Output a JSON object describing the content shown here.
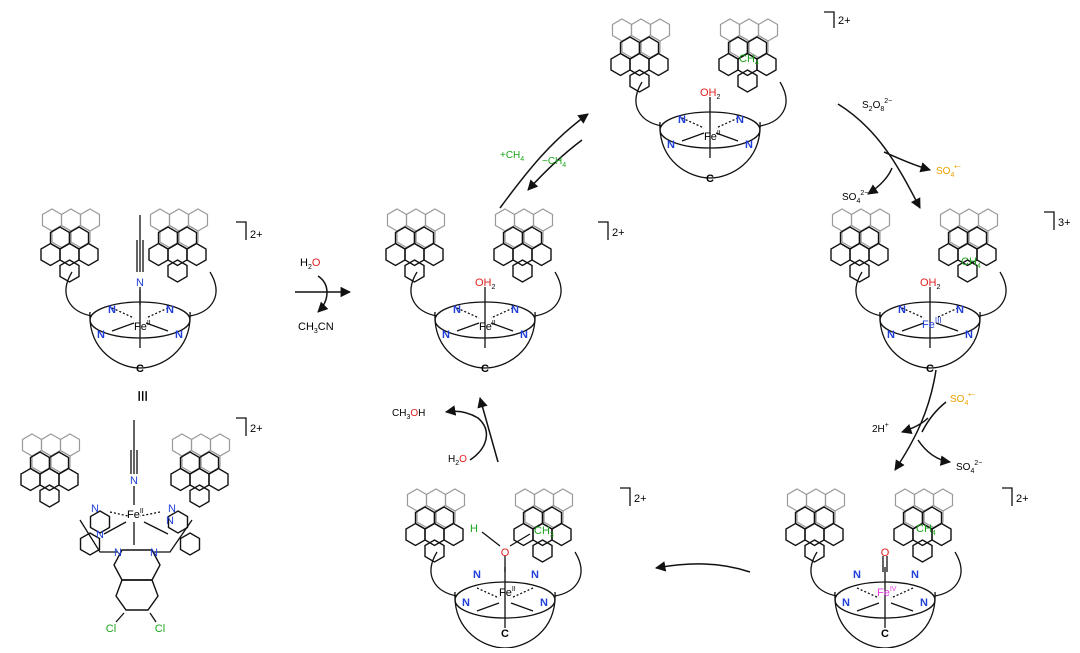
{
  "colors": {
    "nitrogen": "#1f3fd8",
    "oxygen": "#e02020",
    "green": "#1aa51a",
    "orange": "#f0a000",
    "iron_iv": "#e040e0",
    "black": "#111111",
    "ghost": "#9a9a9a"
  },
  "labels": {
    "N": "N",
    "C": "C",
    "O": "O",
    "H": "H",
    "Cl": "Cl",
    "fe2": "Fe",
    "fe2_sup": "II",
    "fe3_sup": "III",
    "fe4_sup": "IV",
    "oh2_o": "OH",
    "oh2_sub": "2",
    "ch4": "CH",
    "ch4_sub": "4",
    "ch3": "CH",
    "ch3_sub": "3",
    "charge2": "2+",
    "charge3": "3+",
    "equiv": "≡"
  },
  "reagents": {
    "h2o_h": "H",
    "h2o_sub": "2",
    "h2o_o": "O",
    "ch3cn_a": "CH",
    "ch3cn_sub": "3",
    "ch3cn_b": "CN",
    "plus_ch4": "+CH",
    "minus_ch4": "−CH",
    "ch4_sub": "4",
    "s2o8_s": "S",
    "s2o8_s_sub": "2",
    "s2o8_o": "O",
    "s2o8_o_sub": "8",
    "s2o8_sup": "2−",
    "so4": "SO",
    "so4_sub": "4",
    "so4_rad_sup": "•−",
    "so4_di_sup": "2−",
    "h_plus": "2H",
    "h_plus_sup": "+",
    "ch3oh_a": "CH",
    "ch3oh_sub": "3",
    "ch3oh_o": "O",
    "ch3oh_h": "H"
  }
}
